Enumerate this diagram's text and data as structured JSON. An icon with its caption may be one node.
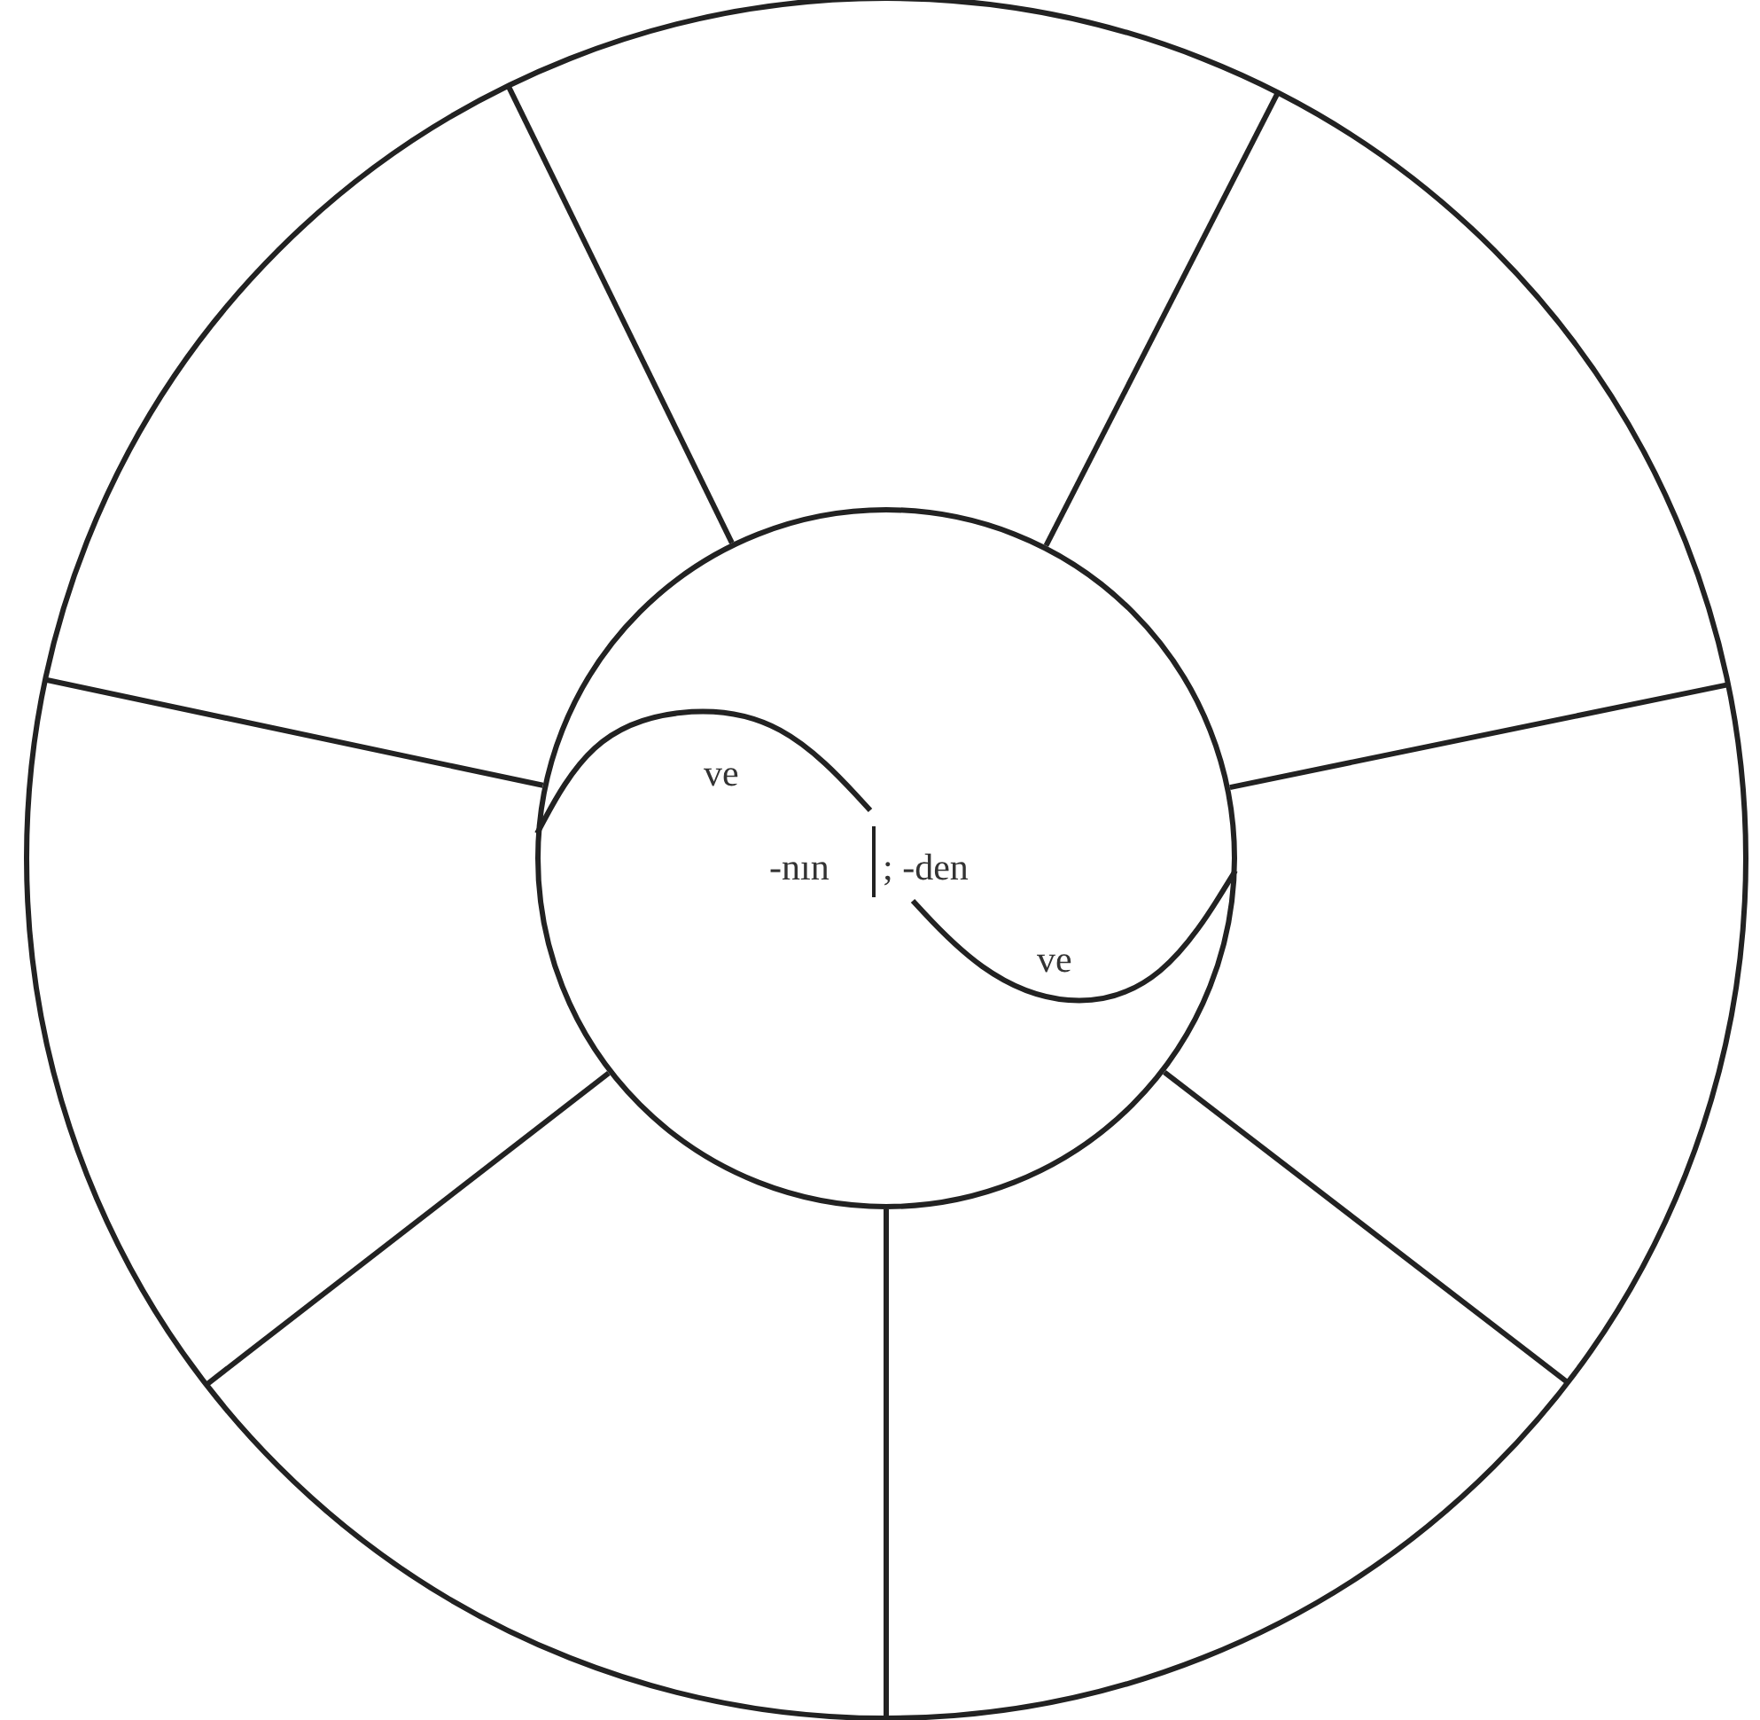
{
  "diagram": {
    "nodes": [
      {
        "text": [
          "ve",
          "-nın",
          "; -den",
          "ve"
        ]
      }
    ]
  }
}
